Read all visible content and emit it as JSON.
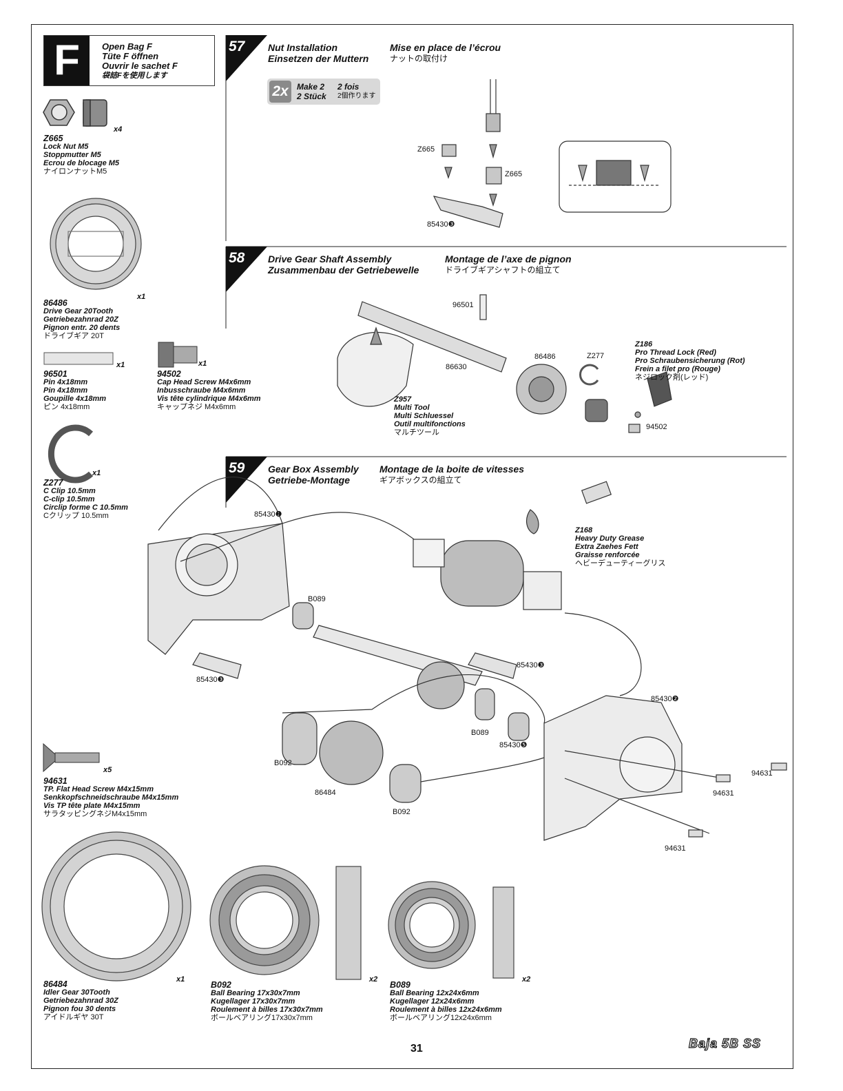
{
  "bag": {
    "letter": "F",
    "line1": "Open Bag F",
    "line2": "Tüte F öffnen",
    "line3": "Ouvrir le sachet F",
    "line4": "袋詰Fを使用します"
  },
  "parts": {
    "z665": {
      "code": "Z665",
      "en": "Lock Nut M5",
      "de": "Stoppmutter M5",
      "fr": "Ecrou de blocage M5",
      "jp": "ナイロンナットM5",
      "qty": "x4"
    },
    "p86486": {
      "code": "86486",
      "en": "Drive Gear 20Tooth",
      "de": "Getriebezahnrad 20Z",
      "fr": "Pignon entr. 20 dents",
      "jp": "ドライブギア 20T",
      "qty": "x1"
    },
    "p96501": {
      "code": "96501",
      "en": "Pin 4x18mm",
      "de": "Pin 4x18mm",
      "fr": "Goupille 4x18mm",
      "jp": "ピン 4x18mm",
      "qty": "x1"
    },
    "p94502": {
      "code": "94502",
      "en": "Cap Head Screw M4x6mm",
      "de": "Inbusschraube M4x6mm",
      "fr": "Vis tête cylindrique M4x6mm",
      "jp": "キャップネジ M4x6mm",
      "qty": "x1"
    },
    "z277": {
      "code": "Z277",
      "en": "C Clip 10.5mm",
      "de": "C-clip 10.5mm",
      "fr": "Circlip forme C 10.5mm",
      "jp": "Cクリップ 10.5mm",
      "qty": "x1"
    },
    "p94631": {
      "code": "94631",
      "en": "TP. Flat Head Screw M4x15mm",
      "de": "Senkkopfschneidschraube M4x15mm",
      "fr": "Vis TP tête plate M4x15mm",
      "jp": "サラタッピングネジM4x15mm",
      "qty": "x5"
    },
    "p86484": {
      "code": "86484",
      "en": "Idler Gear 30Tooth",
      "de": "Getriebezahnrad 30Z",
      "fr": "Pignon fou 30 dents",
      "jp": "アイドルギヤ 30T",
      "qty": "x1"
    },
    "b092": {
      "code": "B092",
      "en": "Ball Bearing 17x30x7mm",
      "de": "Kugellager 17x30x7mm",
      "fr": "Roulement à billes 17x30x7mm",
      "jp": "ボールベアリング17x30x7mm",
      "qty": "x2"
    },
    "b089": {
      "code": "B089",
      "en": "Ball Bearing 12x24x6mm",
      "de": "Kugellager 12x24x6mm",
      "fr": "Roulement à billes 12x24x6mm",
      "jp": "ボールベアリング12x24x6mm",
      "qty": "x2"
    }
  },
  "step57": {
    "num": "57",
    "en": "Nut Installation",
    "de": "Einsetzen der Muttern",
    "fr": "Mise en place de l’écrou",
    "jp": "ナットの取付け",
    "make_x": "2x",
    "make_en": "Make 2",
    "make_de": "2 Stück",
    "make_fr": "2 fois",
    "make_jp": "2個作ります",
    "labels": {
      "z665a": "Z665",
      "z665b": "Z665",
      "part": "85430❸"
    }
  },
  "step58": {
    "num": "58",
    "en": "Drive Gear Shaft Assembly",
    "de": "Zusammenbau der Getriebewelle",
    "fr": "Montage de l’axe de pignon",
    "jp": "ドライブギアシャフトの組立て",
    "labels": {
      "p96501": "96501",
      "p86630": "86630",
      "p86486": "86486",
      "z277": "Z277",
      "p94502": "94502"
    },
    "tool": {
      "code": "Z957",
      "en": "Multi Tool",
      "de": "Multi Schluessel",
      "fr": "Outil multifonctions",
      "jp": "マルチツール"
    },
    "lock": {
      "code": "Z186",
      "en": "Pro Thread Lock (Red)",
      "de": "Pro Schraubensicherung (Rot)",
      "fr": "Frein a filet pro (Rouge)",
      "jp": "ネジロック剤(レッド)"
    }
  },
  "step59": {
    "num": "59",
    "en": "Gear Box Assembly",
    "de": "Getriebe-Montage",
    "fr": "Montage de la boite de vitesses",
    "jp": "ギアボックスの組立て",
    "grease": {
      "code": "Z168",
      "en": "Heavy Duty Grease",
      "de": "Extra Zaehes Fett",
      "fr": "Graisse renforcée",
      "jp": "ヘビーデューティーグリス"
    },
    "labels": {
      "case1": "85430❶",
      "b089a": "B089",
      "arm3a": "85430❸",
      "arm3b": "85430❸",
      "case2": "85430❷",
      "b089b": "B089",
      "spacer": "85430❺",
      "b092a": "B092",
      "p86484": "86484",
      "b092b": "B092",
      "s1": "94631",
      "s2": "94631",
      "s3": "94631"
    }
  },
  "footer": {
    "page": "31",
    "logo": "Baja 5B SS"
  },
  "colors": {
    "ink": "#111111",
    "grey": "#8a8a8a",
    "light": "#d9d9d9"
  }
}
